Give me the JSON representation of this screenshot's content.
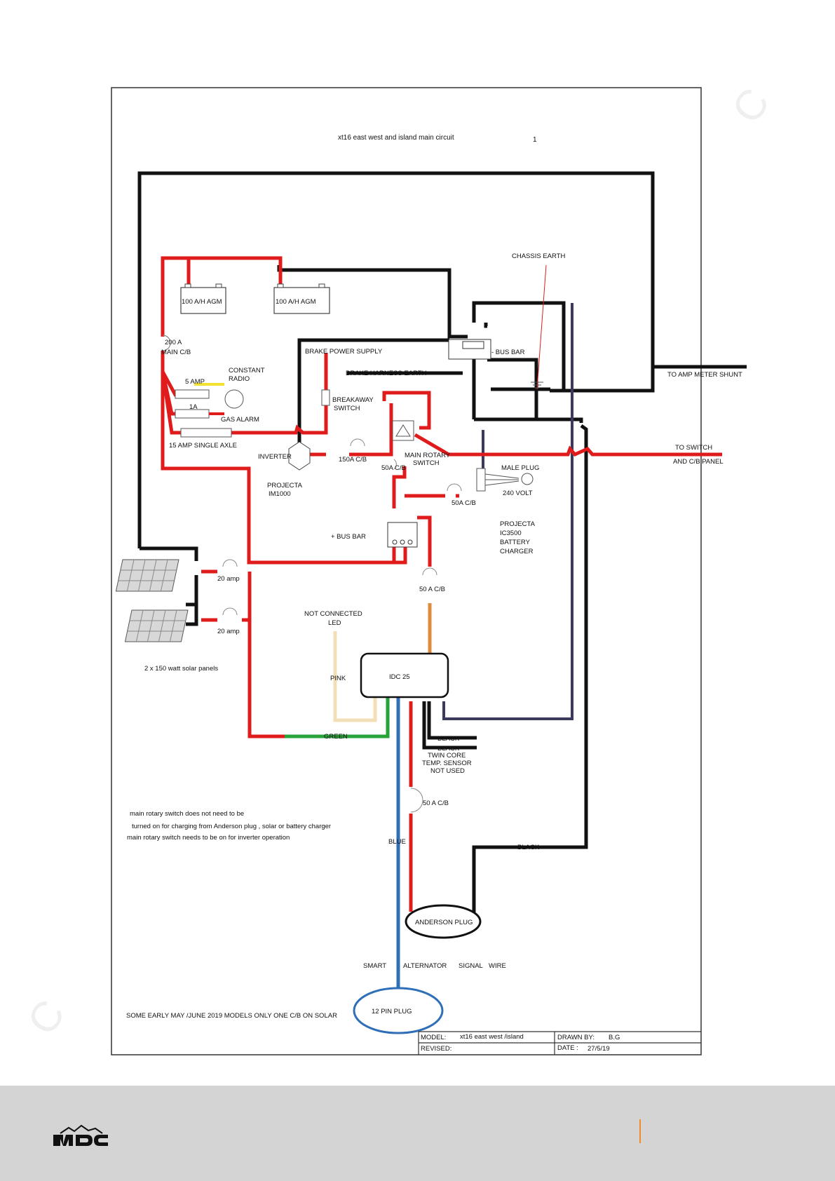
{
  "diagram": {
    "title": "xt16 east west and island main circuit",
    "page_number": "1",
    "labels": {
      "agm_left": "100 A/H AGM",
      "agm_right": "100 A/H AGM",
      "main_cb": "200 A",
      "main_cb_2": "MAIN C/B",
      "fuse_5a": "5 AMP",
      "constant_radio_1": "CONSTANT",
      "constant_radio_2": "RADIO",
      "fuse_1a": "1A",
      "gas_alarm": "GAS ALARM",
      "fuse_15a": "15 AMP SINGLE AXLE",
      "brake_power_supply": "BRAKE POWER SUPPLY",
      "brake_harness_earth": "BRAKE HARNESS EARTH",
      "breakaway_1": "BREAKAWAY",
      "breakaway_2": "SWITCH",
      "chassis_earth": "CHASSIS    EARTH",
      "neg_bus_bar": "- BUS BAR",
      "to_amp_meter_shunt": "TO AMP METER SHUNT",
      "to_switch": "TO SWITCH",
      "cb_panel": "AND C/B PANEL",
      "inverter": "INVERTER",
      "projecta_1": "PROJECTA",
      "projecta_2": "IM1000",
      "cb_150a": "150A C/B",
      "cb_50a_rotary": "50A C/B",
      "main_rotary_1": "MAIN ROTARY",
      "main_rotary_2": "SWITCH",
      "male_plug": "MALE PLUG",
      "volt_240": "240 VOLT",
      "cb_50a_charger": "50A C/B",
      "pos_bus_bar": "+ BUS BAR",
      "charger_1": "PROJECTA",
      "charger_2": "IC3500",
      "charger_3": "BATTERY",
      "charger_4": "CHARGER",
      "solar_cb_1": "20 amp",
      "solar_cb_2": "20 amp",
      "solar_panels": "2 x 150 watt solar panels",
      "cb_50a_idc": "50 A C/B",
      "not_connected_1": "NOT CONNECTED",
      "not_connected_2": "LED",
      "pink": "PINK",
      "idc": "IDC 25",
      "green": "GREEN",
      "black_1": "BLACK",
      "black_2": "BLACK",
      "twin_core": "TWIN CORE",
      "temp_sensor": "TEMP. SENSOR",
      "not_used": "NOT USED",
      "cb_50a_anderson": "50 A C/B",
      "blue": "BLUE",
      "black_wire": "BLACK",
      "anderson_plug": "ANDERSON PLUG",
      "smart": "SMART",
      "alternator": "ALTERNATOR",
      "signal": "SIGNAL",
      "wire": "WIRE",
      "pin_plug": "12 PIN PLUG",
      "note_1": "main rotary switch does not need to be",
      "note_2": "turned on for charging from Anderson plug , solar or battery charger",
      "note_3": "main rotary switch needs to be on for inverter operation",
      "early_models": "SOME EARLY MAY /JUNE 2019 MODELS ONLY ONE C/B ON SOLAR"
    },
    "title_block": {
      "model_label": "MODEL:",
      "model_value": "xt16 east west /island",
      "revised_label": "REVISED:",
      "drawn_label": "DRAWN BY:",
      "drawn_value": "B.G",
      "date_label": "DATE :",
      "date_value": "27/5/19"
    }
  },
  "colors": {
    "positive": "#e01b1b",
    "negative": "#111111",
    "blue": "#2f6fb8",
    "green": "#27a33a",
    "orange": "#e08a3c",
    "pink": "#f3dfb5",
    "navy": "#3a3a5c"
  },
  "icons": [
    "battery-icon",
    "solar-panel-icon",
    "inverter-icon",
    "rotary-switch-icon",
    "bus-bar-icon",
    "gas-alarm-icon",
    "earth-icon",
    "plug-icon",
    "mdc-logo"
  ]
}
